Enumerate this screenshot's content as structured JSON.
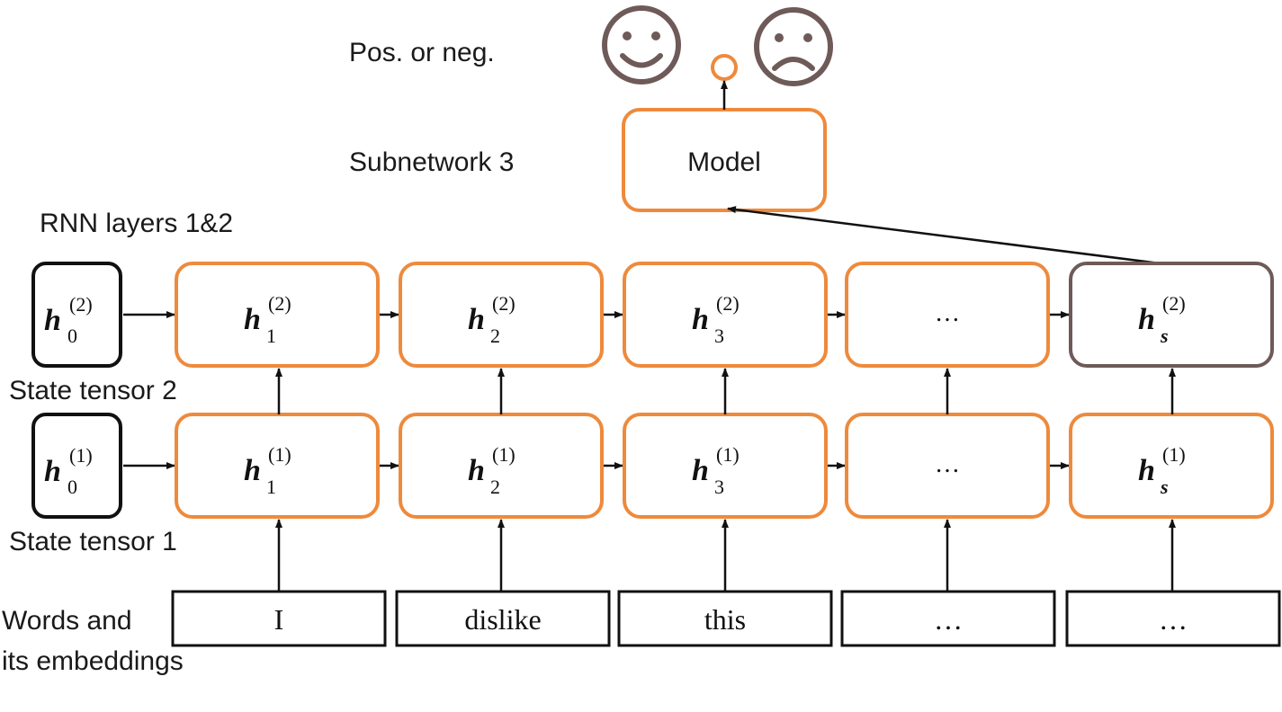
{
  "labels": {
    "pos_neg": "Pos. or neg.",
    "subnetwork": "Subnetwork 3",
    "rnn_layers": "RNN layers 1&2",
    "state_tensor_2": "State tensor 2",
    "state_tensor_1": "State tensor 1",
    "words_line1": "Words and",
    "words_line2": "its embeddings"
  },
  "model_label": "Model",
  "hidden_symbol": "h",
  "layer2": {
    "superscript": "(2)",
    "initial_subscript": "0",
    "cells": [
      {
        "subscript": "1",
        "ellipsis": ""
      },
      {
        "subscript": "2",
        "ellipsis": ""
      },
      {
        "subscript": "3",
        "ellipsis": ""
      },
      {
        "subscript": "",
        "ellipsis": "…"
      },
      {
        "subscript": "s",
        "ellipsis": ""
      }
    ]
  },
  "layer1": {
    "superscript": "(1)",
    "initial_subscript": "0",
    "cells": [
      {
        "subscript": "1",
        "ellipsis": ""
      },
      {
        "subscript": "2",
        "ellipsis": ""
      },
      {
        "subscript": "3",
        "ellipsis": ""
      },
      {
        "subscript": "",
        "ellipsis": "…"
      },
      {
        "subscript": "s",
        "ellipsis": ""
      }
    ]
  },
  "words": [
    "I",
    "dislike",
    "this",
    "…",
    "…"
  ],
  "colors": {
    "accent_orange": "#ee8a3c",
    "final_state_border": "#6e5a58",
    "face": "#6e5a58",
    "dark": "#111111"
  },
  "icons": [
    "happy-face-icon",
    "sad-face-icon",
    "output-node-icon"
  ]
}
